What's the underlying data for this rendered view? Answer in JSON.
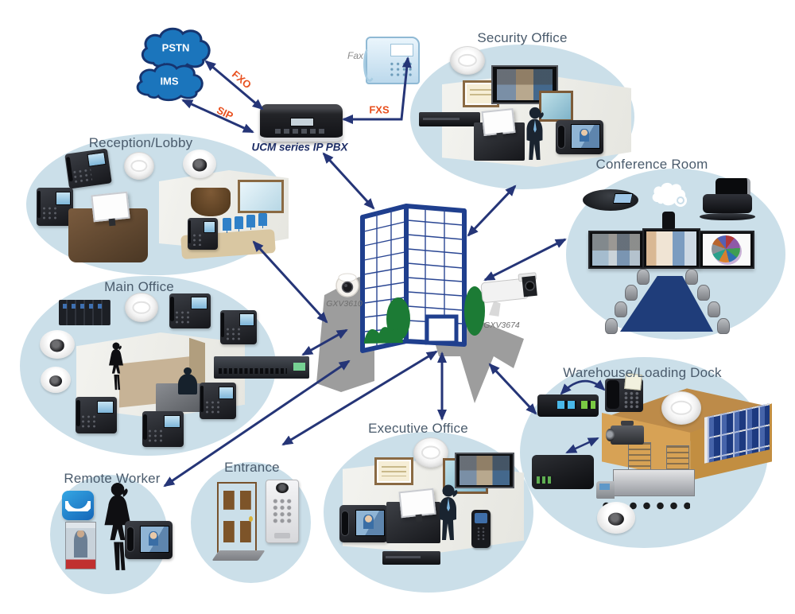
{
  "network": {
    "pstn_label": "PSTN",
    "ims_label": "IMS",
    "fxo_label": "FXO",
    "sip_label": "SIP",
    "fxs_label": "FXS",
    "fax_label": "Fax",
    "pbx_label": "UCM series IP PBX"
  },
  "site_cameras": {
    "dome_label": "GXV3610",
    "bullet_label": "GXV3674"
  },
  "locations": [
    {
      "id": "reception-lobby",
      "label": "Reception/Lobby",
      "devices": [
        "attendant-console-phone",
        "ip-phone",
        "wifi-access-point",
        "dome-camera",
        "reception-desk",
        "lobby-reception-counter",
        "wall-mirror",
        "lobby-chairs",
        "ip-phone"
      ]
    },
    {
      "id": "security-office",
      "label": "Security Office",
      "devices": [
        "wifi-access-point",
        "framed-certificate",
        "surveillance-monitor",
        "wall-picture",
        "network-video-recorder",
        "security-desk",
        "security-guard",
        "video-phone"
      ]
    },
    {
      "id": "conference-room",
      "label": "Conference Room",
      "devices": [
        "conference-speakerphone",
        "cloud-camera",
        "ptz-video-camera",
        "video-wall-screens",
        "pie-chart-display",
        "conference-table",
        "chairs"
      ]
    },
    {
      "id": "main-office",
      "label": "Main Office",
      "devices": [
        "equipment-rack",
        "wifi-access-point",
        "ip-phones",
        "dome-cameras",
        "office-cubicles",
        "office-workers",
        "network-switch"
      ]
    },
    {
      "id": "remote-worker",
      "label": "Remote Worker",
      "devices": [
        "softphone-app-icon",
        "mobile-softphone-screen",
        "remote-worker-silhouette",
        "video-phone"
      ]
    },
    {
      "id": "entrance",
      "label": "Entrance",
      "devices": [
        "entry-door",
        "door-mat",
        "video-door-intercom"
      ]
    },
    {
      "id": "executive-office",
      "label": "Executive Office",
      "devices": [
        "wifi-access-point",
        "framed-certificate",
        "surveillance-monitor",
        "wall-picture",
        "video-phone",
        "executive-desk",
        "executive",
        "dect-handset",
        "media-recorder"
      ]
    },
    {
      "id": "warehouse-loading-dock",
      "label": "Warehouse/Loading Dock",
      "devices": [
        "voip-gateway",
        "analog-phone",
        "warehouse-building",
        "wifi-access-point",
        "box-camera",
        "analog-telephone-adapter",
        "delivery-truck",
        "dome-camera"
      ]
    }
  ],
  "colors": {
    "bubble_fill": "#cbdfe9",
    "arrow": "#253577",
    "location_label": "#4a5b6c",
    "link_label": "#e8501f",
    "cloud_fill": "#1b75bc",
    "building_outline": "#1f3f8e",
    "warehouse_orange": "#d09a4c",
    "table_navy": "#1f3d7a"
  }
}
